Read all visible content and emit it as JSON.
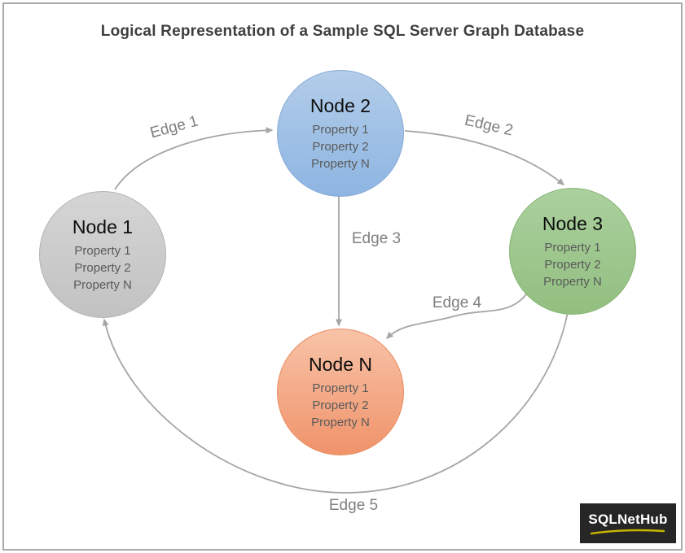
{
  "title": "Logical Representation of a Sample SQL Server Graph Database",
  "nodes": [
    {
      "id": "node-1",
      "title": "Node 1",
      "properties": [
        "Property 1",
        "Property 2",
        "Property N"
      ],
      "fill_top": "#d5d5d5",
      "fill_bottom": "#c2c2c2",
      "border": "#b3b3b3"
    },
    {
      "id": "node-2",
      "title": "Node 2",
      "properties": [
        "Property 1",
        "Property 2",
        "Property N"
      ],
      "fill_top": "#b3cde9",
      "fill_bottom": "#8db5e2",
      "border": "#87a9d5"
    },
    {
      "id": "node-3",
      "title": "Node 3",
      "properties": [
        "Property 1",
        "Property 2",
        "Property N"
      ],
      "fill_top": "#abd09e",
      "fill_bottom": "#92bf80",
      "border": "#85b572"
    },
    {
      "id": "node-n",
      "title": "Node N",
      "properties": [
        "Property 1",
        "Property 2",
        "Property N"
      ],
      "fill_top": "#f8c3a8",
      "fill_bottom": "#f0936a",
      "border": "#ea8a5f"
    }
  ],
  "edges": [
    {
      "label": "Edge 1",
      "from": "node-1",
      "to": "node-2"
    },
    {
      "label": "Edge 2",
      "from": "node-2",
      "to": "node-3"
    },
    {
      "label": "Edge 3",
      "from": "node-2",
      "to": "node-n"
    },
    {
      "label": "Edge 4",
      "from": "node-3",
      "to": "node-n"
    },
    {
      "label": "Edge 5",
      "from": "node-3",
      "to": "node-1"
    }
  ],
  "colors": {
    "edge_stroke": "#a6a6a6",
    "edge_label": "#7f7f7f",
    "title_text": "#3f3f3f",
    "page_border": "#a9a9a9",
    "logo_background": "#262626",
    "logo_text": "#ffffff",
    "logo_underline": "#c9b500"
  },
  "logo": {
    "text": "SQLNetHub"
  }
}
